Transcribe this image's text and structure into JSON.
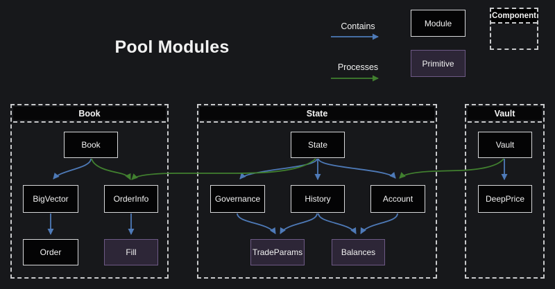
{
  "title": "Pool Modules",
  "legend": {
    "contains_label": "Contains",
    "processes_label": "Processes",
    "module_label": "Module",
    "primitive_label": "Primitive",
    "component_label": "Component"
  },
  "colors": {
    "background": "#17181b",
    "node_fill": "#040405",
    "node_border": "#d8d9db",
    "primitive_fill": "#2d2637",
    "primitive_border": "#6e5a86",
    "contains_edge": "#4e7ab8",
    "processes_edge": "#41802f",
    "dash": "#c9cacc",
    "text": "#f2f2f2"
  },
  "clusters": {
    "book": {
      "title": "Book"
    },
    "state": {
      "title": "State"
    },
    "vault": {
      "title": "Vault"
    }
  },
  "nodes": {
    "book": {
      "label": "Book",
      "type": "module"
    },
    "bigvector": {
      "label": "BigVector",
      "type": "module"
    },
    "orderinfo": {
      "label": "OrderInfo",
      "type": "module"
    },
    "order": {
      "label": "Order",
      "type": "module"
    },
    "fill": {
      "label": "Fill",
      "type": "primitive"
    },
    "state": {
      "label": "State",
      "type": "module"
    },
    "governance": {
      "label": "Governance",
      "type": "module"
    },
    "history": {
      "label": "History",
      "type": "module"
    },
    "account": {
      "label": "Account",
      "type": "module"
    },
    "tradeparams": {
      "label": "TradeParams",
      "type": "primitive"
    },
    "balances": {
      "label": "Balances",
      "type": "primitive"
    },
    "vault": {
      "label": "Vault",
      "type": "module"
    },
    "deepprice": {
      "label": "DeepPrice",
      "type": "module"
    }
  },
  "edges": [
    {
      "from": "Book",
      "to": "BigVector",
      "type": "contains"
    },
    {
      "from": "BigVector",
      "to": "Order",
      "type": "contains"
    },
    {
      "from": "OrderInfo",
      "to": "Fill",
      "type": "contains"
    },
    {
      "from": "State",
      "to": "Governance",
      "type": "contains"
    },
    {
      "from": "State",
      "to": "History",
      "type": "contains"
    },
    {
      "from": "State",
      "to": "Account",
      "type": "contains"
    },
    {
      "from": "Governance",
      "to": "TradeParams",
      "type": "contains"
    },
    {
      "from": "History",
      "to": "TradeParams",
      "type": "contains"
    },
    {
      "from": "History",
      "to": "Balances",
      "type": "contains"
    },
    {
      "from": "Account",
      "to": "Balances",
      "type": "contains"
    },
    {
      "from": "Vault",
      "to": "DeepPrice",
      "type": "contains"
    },
    {
      "from": "Book",
      "to": "OrderInfo",
      "type": "processes"
    },
    {
      "from": "State",
      "to": "OrderInfo",
      "type": "processes"
    },
    {
      "from": "Vault",
      "to": "Account",
      "type": "processes"
    }
  ]
}
